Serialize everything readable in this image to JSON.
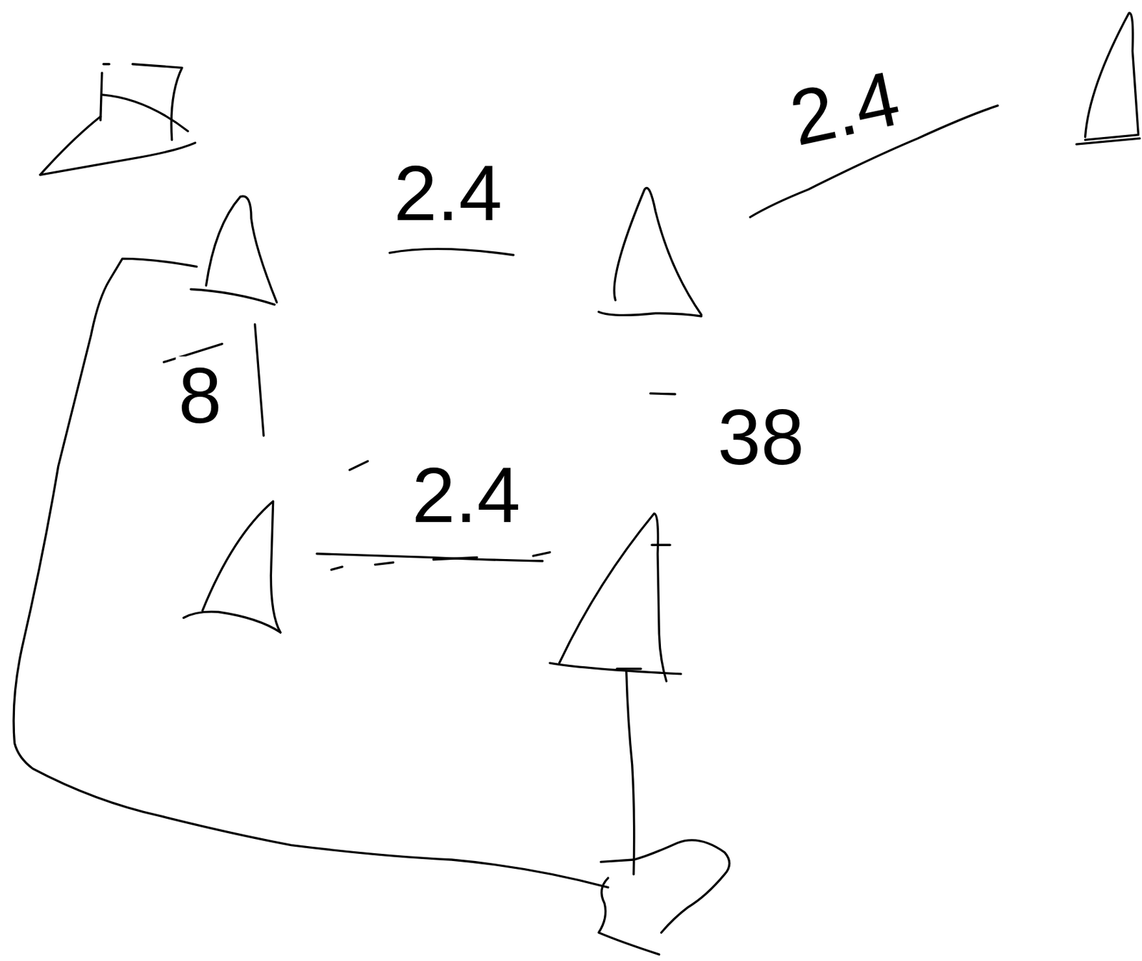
{
  "diagram": {
    "labels": [
      "2.4",
      "2.4",
      "8",
      "38",
      "2.4"
    ]
  }
}
